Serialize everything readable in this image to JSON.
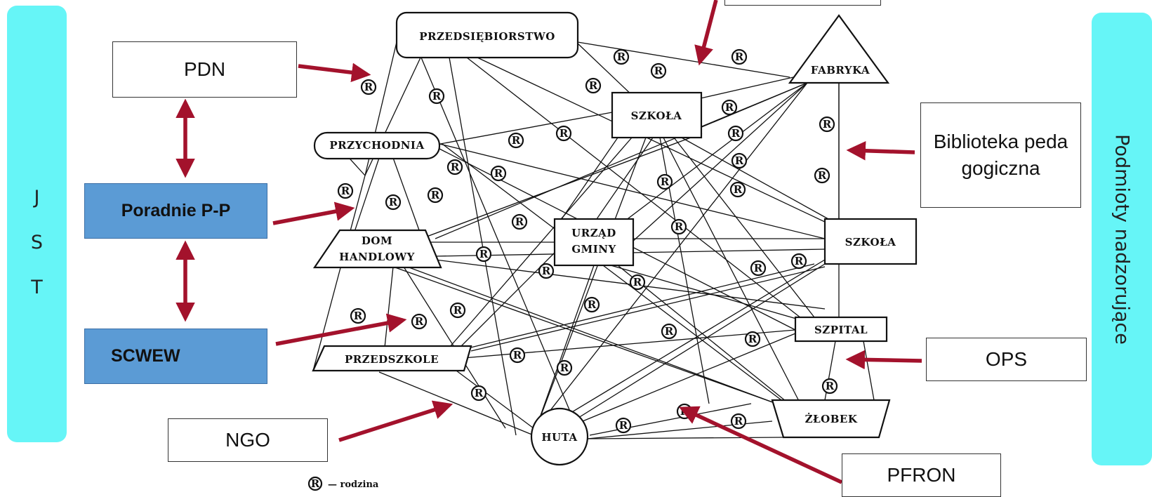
{
  "left_panel": {
    "letters": [
      "J",
      "S",
      "T"
    ]
  },
  "right_panel": {
    "label": "Podmioty nadzorujące"
  },
  "boxes": {
    "pdn": "PDN",
    "poradnie": "Poradnie P-P",
    "scwew": "SCWEW",
    "ngo": "NGO",
    "biblioteka": "Biblioteka pedagogiczna",
    "ops": "OPS",
    "pfron": "PFRON"
  },
  "network": {
    "przedsiebiorstwo": "PRZEDSIĘBIORSTWO",
    "fabryka": "FABRYKA",
    "szkola_top": "SZKOŁA",
    "przychodnia": "PRZYCHODNIA",
    "dom_handlowy_1": "DOM",
    "dom_handlowy_2": "HANDLOWY",
    "urzad_1": "URZĄD",
    "urzad_2": "GMINY",
    "szkola_right": "SZKOŁA",
    "szpital": "SZPITAL",
    "przedszkole": "PRZEDSZKOLE",
    "zlobek": "ŻŁOBEK",
    "huta": "HUTA"
  },
  "legend": {
    "symbol": "R",
    "text": "— rodzina"
  },
  "colors": {
    "side_panel": "#66f5f7",
    "blue_box": "#5b9bd5",
    "arrow": "#a3122c"
  }
}
